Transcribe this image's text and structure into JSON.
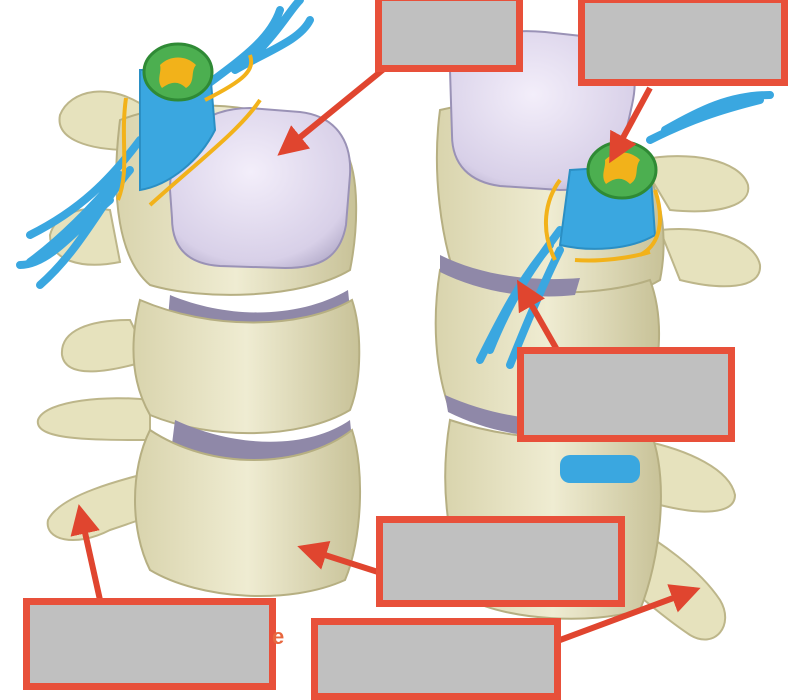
{
  "title": "",
  "colors": {
    "bone": "#e9e5c2",
    "bone_shade": "#c9c39a",
    "disc": "#ddd7ea",
    "disc_edge": "#8f88a8",
    "nerve": "#3aa7e0",
    "ganglion": "#f2b21a",
    "cord_green": "#4caf50",
    "label_border": "#e8503a",
    "label_fill": "#c0c0c0",
    "arrow": "#e0452f"
  },
  "labels": [
    {
      "id": "disc-label",
      "text": ""
    },
    {
      "id": "spinal-cord-label",
      "text": ""
    },
    {
      "id": "nerve-root-label",
      "text": ""
    },
    {
      "id": "vertebral-body-label",
      "text": ""
    },
    {
      "id": "transverse-process-label",
      "text": ""
    },
    {
      "id": "spinous-process-label",
      "text": ""
    }
  ],
  "partial_text": "e"
}
